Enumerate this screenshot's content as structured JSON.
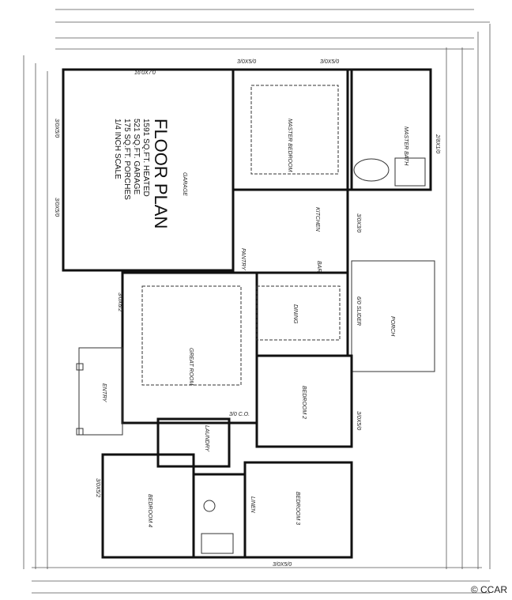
{
  "title": {
    "heading": "FLOOR PLAN",
    "lines": [
      "1591 SQ.FT. HEATED",
      "521 SQ.FT. GARAGE",
      "175 SQ.FT. PORCHES",
      "1/4 INCH SCALE"
    ]
  },
  "rooms": {
    "garage": "GARAGE",
    "master_bedroom": "MASTER BEDROOM",
    "master_bath": "MASTER BATH",
    "kitchen": "KITCHEN",
    "pantry": "PANTRY",
    "bar": "BAR",
    "dining": "DINING",
    "great_room": "GREAT ROOM",
    "porch": "PORCH",
    "entry": "ENTRY",
    "bedroom2": "BEDROOM 2",
    "laundry": "LAUNDRY",
    "bedroom4": "BEDROOM 4",
    "bedroom3": "BEDROOM 3",
    "linen": "LINEN"
  },
  "dimensions": {
    "garage_door": "16'0X7'0",
    "win1": "3/0X5/0",
    "win2": "3/0X5/0",
    "win_side1": "3/0X5/0",
    "win_side2": "3/0X5/0",
    "bath_win": "2/8X1/0",
    "kitchen_win": "3/0X3/0",
    "slider": "6/0 SLIDER",
    "great_win": "3/0X6/2",
    "bed2_win": "3/0X5/0",
    "bed4_win": "3/0X5/2",
    "bed3_win": "3/0X5/0",
    "laundry_door": "3/0 C.O."
  },
  "copyright": "© CCAR"
}
